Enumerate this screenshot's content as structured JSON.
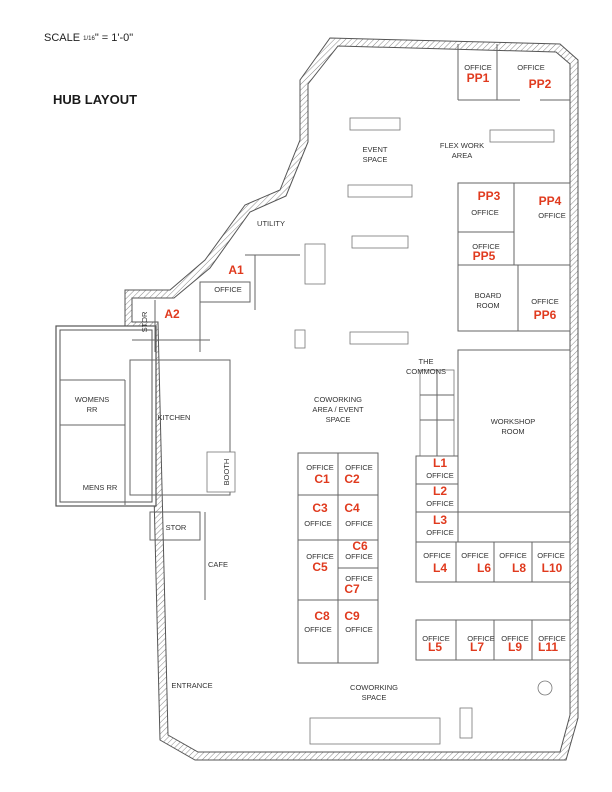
{
  "scale": {
    "prefix": "SCALE ",
    "numerator": "1",
    "denominator": "16",
    "suffix": "\" = 1'-0\""
  },
  "title": "HUB LAYOUT",
  "rooms": {
    "event_space": [
      "EVENT",
      "SPACE"
    ],
    "flex_work": [
      "FLEX WORK",
      "AREA"
    ],
    "utility": "UTILITY",
    "office": "OFFICE",
    "stor": "STOR",
    "womens": [
      "WOMENS",
      "RR"
    ],
    "kitchen": "KITCHEN",
    "mens": "MENS RR",
    "booth": "BOOTH",
    "cafe": "CAFE",
    "entrance": "ENTRANCE",
    "coworking_event": [
      "COWORKING",
      "AREA / EVENT",
      "SPACE"
    ],
    "commons": [
      "THE",
      "COMMONS"
    ],
    "workshop": [
      "WORKSHOP",
      "ROOM"
    ],
    "board_room": [
      "BOARD",
      "ROOM"
    ],
    "coworking_space": [
      "COWORKING",
      "SPACE"
    ]
  },
  "codes": {
    "pp1": "PP1",
    "pp2": "PP2",
    "pp3": "PP3",
    "pp4": "PP4",
    "pp5": "PP5",
    "pp6": "PP6",
    "a1": "A1",
    "a2": "A2",
    "c1": "C1",
    "c2": "C2",
    "c3": "C3",
    "c4": "C4",
    "c5": "C5",
    "c6": "C6",
    "c7": "C7",
    "c8": "C8",
    "c9": "C9",
    "l1": "L1",
    "l2": "L2",
    "l3": "L3",
    "l4": "L4",
    "l5": "L5",
    "l6": "L6",
    "l7": "L7",
    "l8": "L8",
    "l9": "L9",
    "l10": "L10",
    "l11": "L11"
  },
  "colors": {
    "code_red": "#e03a1e",
    "wall": "#555555",
    "text": "#333333"
  }
}
